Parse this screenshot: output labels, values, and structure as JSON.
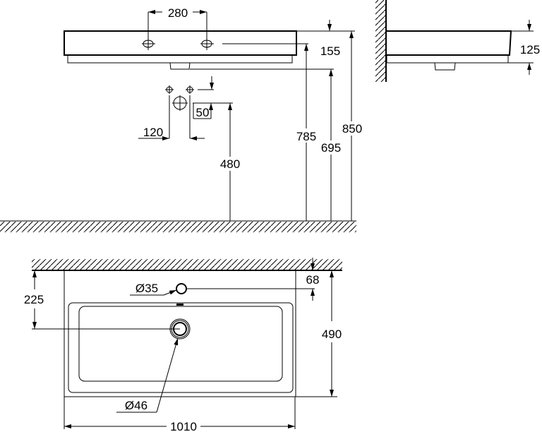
{
  "front_view": {
    "d_tap_spacing": "280",
    "d_tap_height": "155",
    "d_785": "785",
    "d_695": "695",
    "d_850": "850",
    "d_480": "480",
    "d_50": "50",
    "d_120": "120"
  },
  "side_view": {
    "d_height": "125"
  },
  "plan_view": {
    "d_225": "225",
    "d_tap_hole": "Ø35",
    "d_68": "68",
    "d_490": "490",
    "d_drain": "Ø46",
    "d_width": "1010"
  },
  "colors": {
    "line": "#000000",
    "background": "#ffffff"
  }
}
